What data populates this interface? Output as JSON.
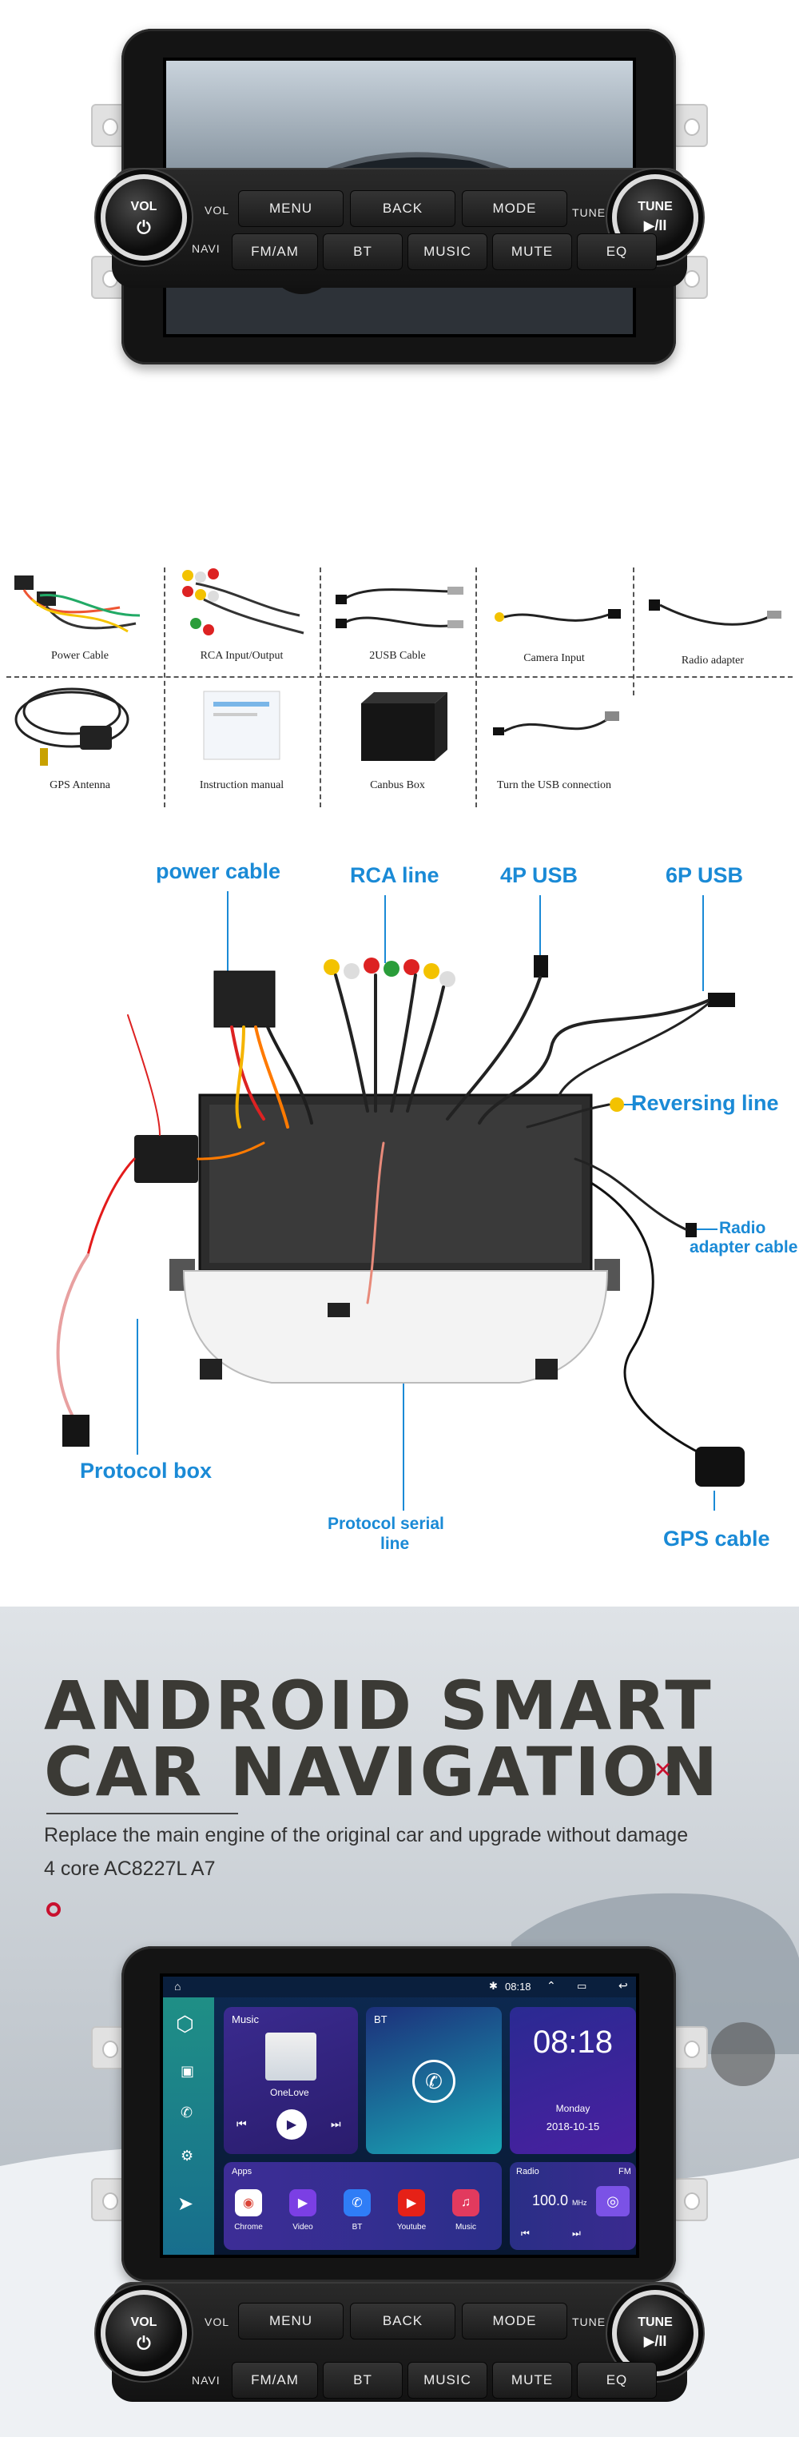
{
  "head_unit": {
    "vol_knob": {
      "label": "VOL",
      "icon": "power-icon"
    },
    "tune_knob": {
      "label": "TUNE",
      "icon": "play-pause-icon",
      "symbol": "▶/II"
    },
    "side_labels": {
      "vol": "VOL",
      "tune": "TUNE",
      "navi": "NAVI"
    },
    "top_row": [
      "MENU",
      "BACK",
      "MODE"
    ],
    "bottom_row": [
      "FM/AM",
      "BT",
      "MUSIC",
      "MUTE",
      "EQ"
    ]
  },
  "accessories": {
    "row1": [
      "Power Cable",
      "RCA Input/Output",
      "2USB Cable",
      "Camera  Input",
      "Radio adapter"
    ],
    "row2": [
      "GPS Antenna",
      "Instruction manual",
      "Canbus Box",
      "Turn the USB connection"
    ]
  },
  "wiring": {
    "power_cable": "power cable",
    "rca_line": "RCA line",
    "usb_4p": "4P USB",
    "usb_6p": "6P USB",
    "reversing_line": "Reversing line",
    "radio_adapter_l1": "Radio",
    "radio_adapter_l2": "adapter cable",
    "protocol_box": "Protocol box",
    "protocol_serial_l1": "Protocol serial",
    "protocol_serial_l2": "line",
    "gps_cable": "GPS cable"
  },
  "android": {
    "headline_line1": "ANDROID SMART",
    "headline_line2": "CAR NAVIGATION",
    "subtitle_line1": "Replace the main engine of the original car and upgrade without damage",
    "subtitle_line2": "4 core AC8227L A7",
    "status_time": "08:18",
    "music_title": "Music",
    "song_name": "OneLove",
    "bt_title": "BT",
    "clock_time": "08:18",
    "clock_day": "Monday",
    "clock_date": "2018-10-15",
    "apps_title": "Apps",
    "apps": [
      "Chrome",
      "Video",
      "BT",
      "Youtube",
      "Music"
    ],
    "radio_title": "Radio",
    "radio_band": "FM",
    "radio_freq": "100.0",
    "radio_unit": "MHz"
  },
  "colors": {
    "callout_blue": "#1a8ad6",
    "accent_red": "#c8102e",
    "headline": "#3b3a35"
  }
}
